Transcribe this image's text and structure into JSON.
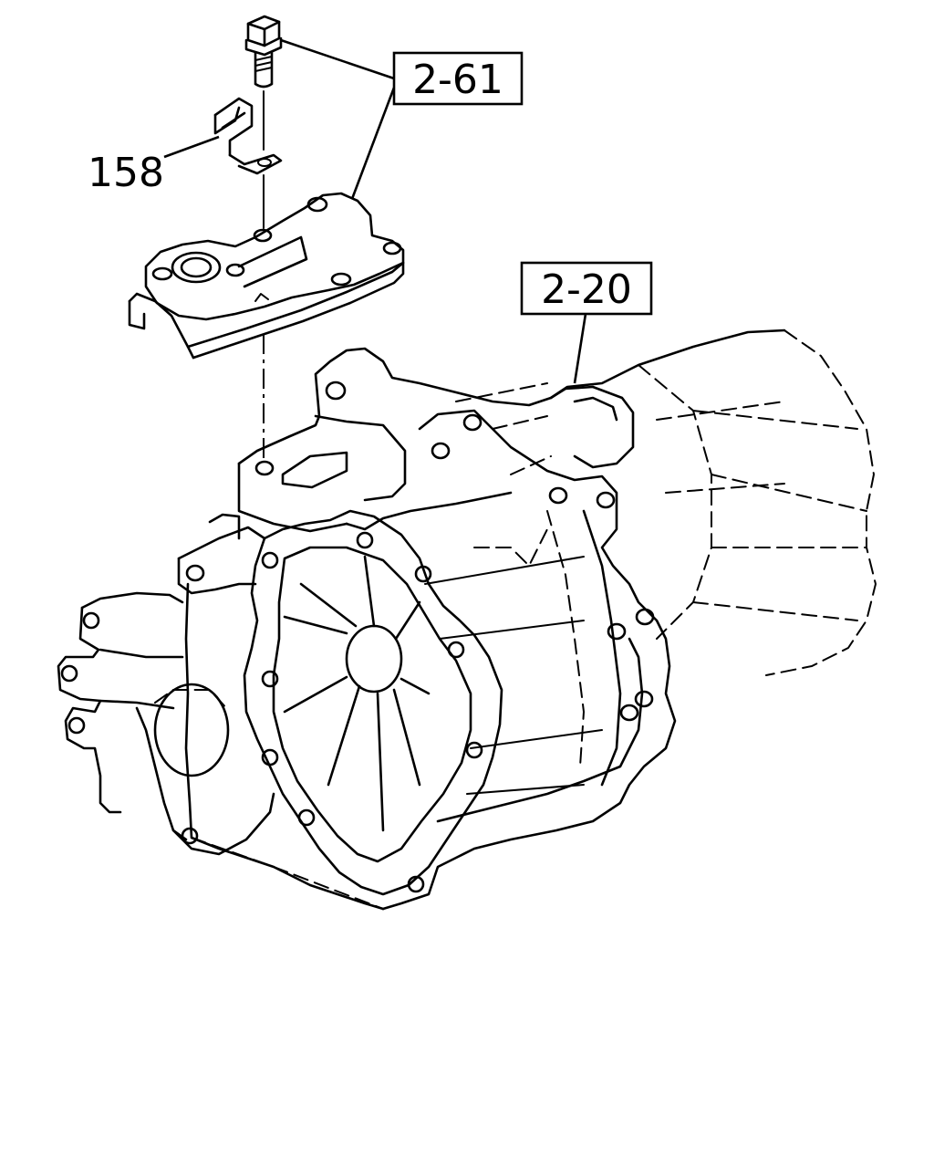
{
  "callouts": {
    "part_158": "158",
    "ref_2_61": "2-61",
    "ref_2_20": "2-20"
  },
  "colors": {
    "line": "#000000",
    "background": "#ffffff"
  }
}
